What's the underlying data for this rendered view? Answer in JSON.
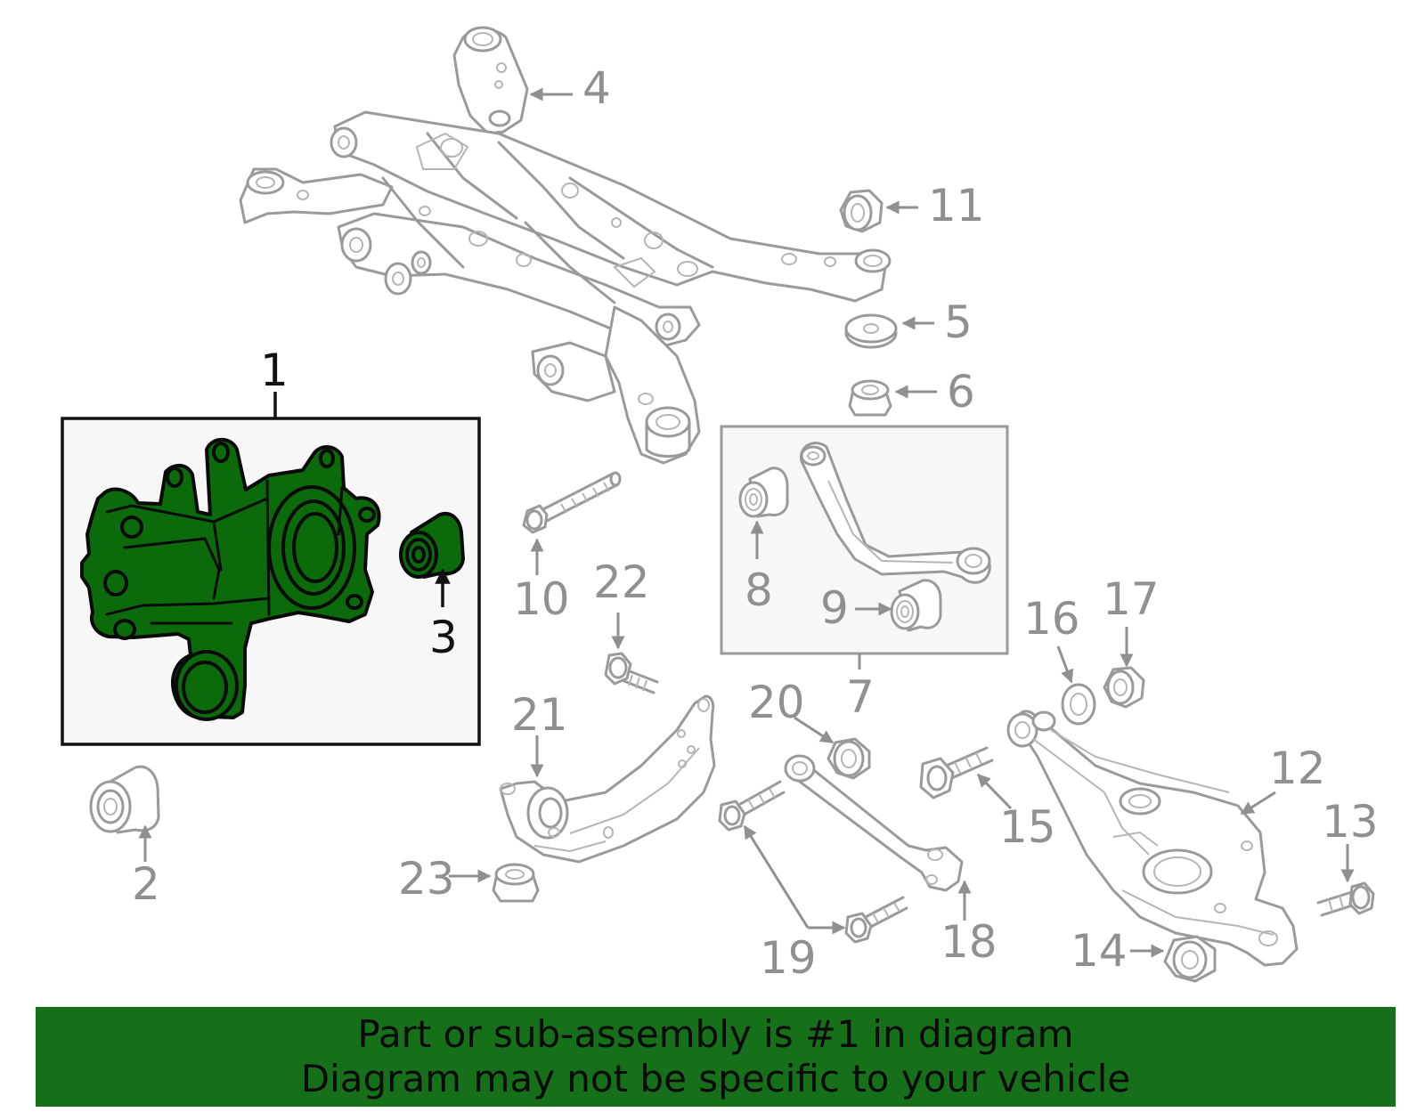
{
  "highlight_color": "#0b6b0b",
  "banner": {
    "line1": "Part or sub-assembly is #1 in diagram",
    "line2": "Diagram may not be specific to your vehicle",
    "background": "#16701a"
  },
  "callouts": {
    "c1": "1",
    "c2": "2",
    "c3": "3",
    "c4": "4",
    "c5": "5",
    "c6": "6",
    "c7": "7",
    "c8": "8",
    "c9": "9",
    "c10": "10",
    "c11": "11",
    "c12": "12",
    "c13": "13",
    "c14": "14",
    "c15": "15",
    "c16": "16",
    "c17": "17",
    "c18": "18",
    "c19": "19",
    "c20": "20",
    "c21": "21",
    "c22": "22",
    "c23": "23"
  },
  "highlighted_part": "1"
}
